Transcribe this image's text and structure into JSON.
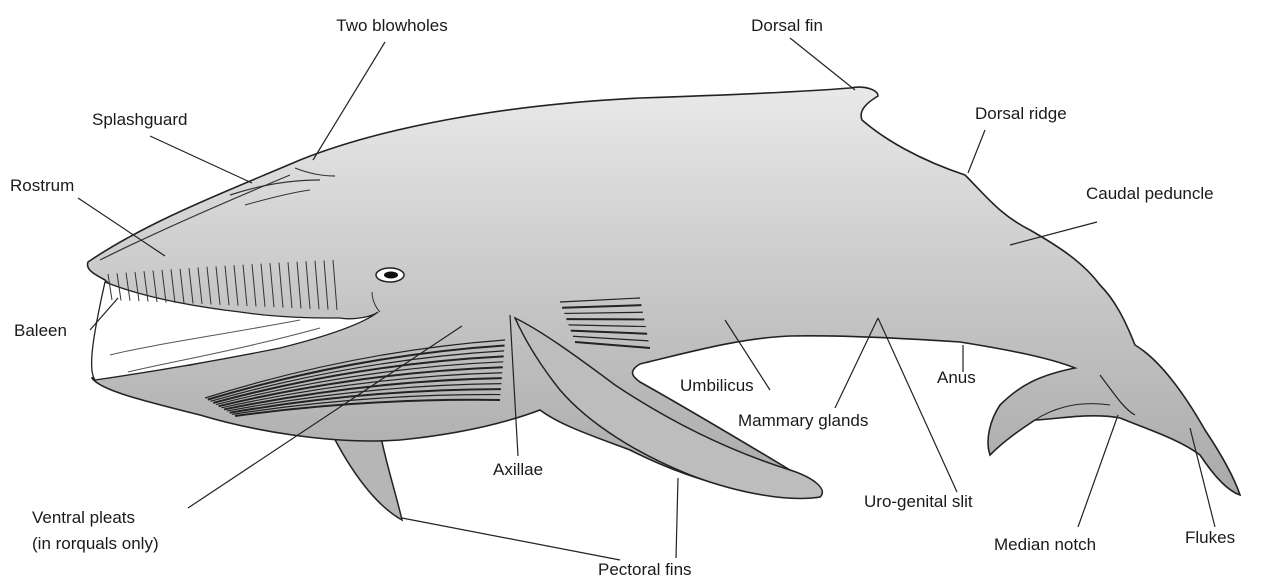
{
  "diagram": {
    "labels": {
      "two_blowholes": "Two blowholes",
      "dorsal_fin": "Dorsal fin",
      "splashguard": "Splashguard",
      "dorsal_ridge": "Dorsal ridge",
      "rostrum": "Rostrum",
      "caudal_peduncle": "Caudal peduncle",
      "baleen": "Baleen",
      "umbilicus": "Umbilicus",
      "anus": "Anus",
      "mammary_glands": "Mammary glands",
      "axillae": "Axillae",
      "uro_genital_slit": "Uro-genital slit",
      "ventral_pleats_line1": "Ventral pleats",
      "ventral_pleats_line2": "(in rorquals only)",
      "median_notch": "Median notch",
      "flukes": "Flukes",
      "pectoral_fins": "Pectoral fins"
    },
    "colors": {
      "body_light": "#e8e8e8",
      "body_dark": "#a9a9a9",
      "outline": "#222222",
      "text": "#1a1a1a"
    }
  }
}
